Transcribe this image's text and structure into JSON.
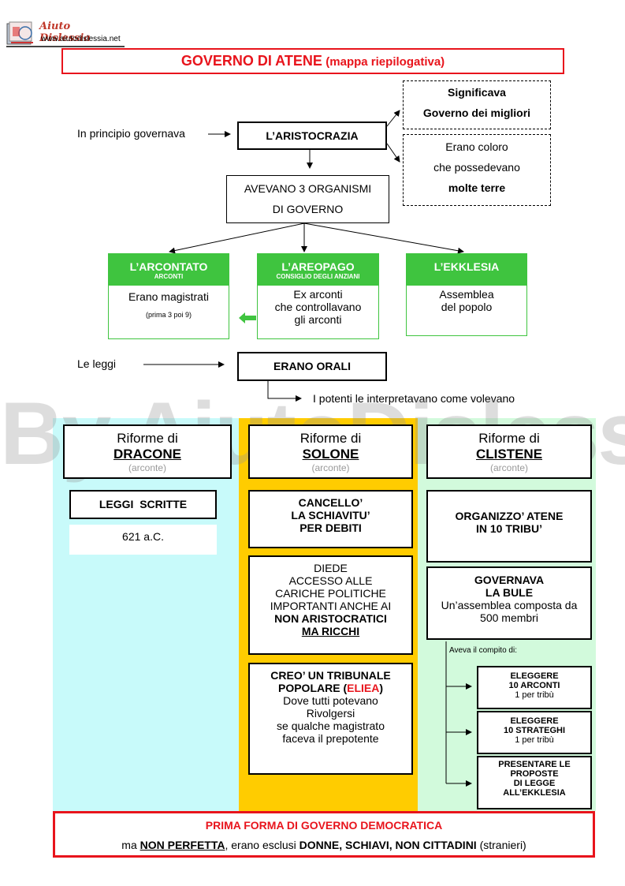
{
  "header": {
    "logo_text": "Aiuto Dislessia",
    "site_url": "www.aiutodislessia.net"
  },
  "title": {
    "main": "GOVERNO DI ATENE",
    "sub": "(mappa riepilogativa)"
  },
  "aristocracy": {
    "intro": "In principio governava",
    "box": "L’ARISTOCRAZIA",
    "meaning_line1": "Significava",
    "meaning_line2": "Governo dei migliori",
    "owners_line1": "Erano coloro",
    "owners_line2": "che possedevano",
    "owners_line3": "molte terre",
    "organisms_line1": "AVEVANO 3 ORGANISMI",
    "organisms_line2": "DI GOVERNO"
  },
  "organisms": [
    {
      "title": "L’ARCONTATO",
      "subtitle": "ARCONTI",
      "desc1": "Erano magistrati",
      "desc2": "(prima 3 poi 9)"
    },
    {
      "title": "L’AREOPAGO",
      "subtitle": "CONSIGLIO DEGLI ANZIANI",
      "desc1": "Ex arconti",
      "desc2": "che controllavano",
      "desc3": "gli arconti"
    },
    {
      "title": "L’EKKLESIA",
      "desc1": "Assemblea",
      "desc2": "del popolo"
    }
  ],
  "laws": {
    "intro": "Le leggi",
    "box": "ERANO ORALI",
    "note": "I potenti le interpretavano come volevano"
  },
  "watermark": "By AiutoDislessia.net",
  "reforms": {
    "label": "Riforme di",
    "role": "(arconte)",
    "draco": {
      "name": "DRACONE",
      "laws": "LEGGI  SCRITTE",
      "date": "621 a.C."
    },
    "solon": {
      "name": "SOLONE",
      "item1": [
        "CANCELLO’",
        "LA SCHIAVITU’",
        "PER DEBITI"
      ],
      "item2": [
        "DIEDE",
        "ACCESSO ALLE",
        "CARICHE POLITICHE",
        "IMPORTANTI ANCHE AI",
        "NON ARISTOCRATICI",
        "MA RICCHI"
      ],
      "item3_a": "CREO’ UN TRIBUNALE",
      "item3_b": "POPOLARE (",
      "item3_red": "ELIEA",
      "item3_c": ")",
      "item3_rest": [
        "Dove tutti potevano",
        "Rivolgersi",
        "se qualche magistrato",
        "faceva il prepotente"
      ]
    },
    "cleisthenes": {
      "name": "CLISTENE",
      "item1": [
        "ORGANIZZO’ ATENE",
        "IN 10 TRIBU’"
      ],
      "item2": [
        "GOVERNAVA",
        "LA BULE",
        "Un’assemblea composta da",
        "500 membri"
      ],
      "task_label": "Aveva il compito di:",
      "tasks": [
        {
          "line1": "ELEGGERE",
          "line2": "10 ARCONTI",
          "line3": "1 per tribù"
        },
        {
          "line1": "ELEGGERE",
          "line2": "10 STRATEGHI",
          "line3": "1 per tribù"
        },
        {
          "line1": "PRESENTARE LE",
          "line2": "PROPOSTE",
          "line3": "DI LEGGE",
          "line4": "ALL’EKKLESIA"
        }
      ]
    }
  },
  "footer": {
    "line1": "PRIMA FORMA DI GOVERNO DEMOCRATICA",
    "pre": "ma ",
    "not_perfect": "NON PERFETTA",
    "mid": ", erano esclusi ",
    "excluded": "DONNE, SCHIAVI, NON CITTADINI",
    "post": " (stranieri)"
  },
  "colors": {
    "red": "#e8141c",
    "green": "#3fc43f",
    "cyan": "#c8fafa",
    "gold": "#ffcc00",
    "mint": "#d2fadc"
  }
}
